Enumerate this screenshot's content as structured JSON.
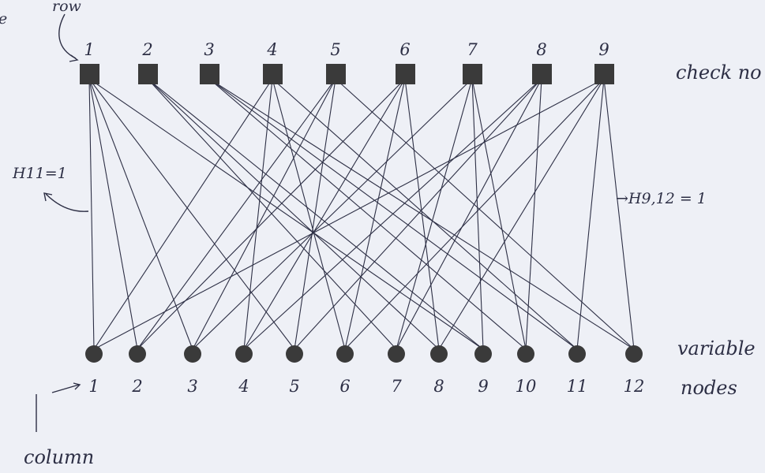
{
  "annotations": {
    "row_label": "row",
    "column_label": "column",
    "check_label": "check no",
    "variable_label_1": "variable",
    "variable_label_2": "nodes",
    "h11": "H11=1",
    "h912": "→H9,12 = 1",
    "edge_mark": "e"
  },
  "check_nodes": [
    "1",
    "2",
    "3",
    "4",
    "5",
    "6",
    "7",
    "8",
    "9"
  ],
  "variable_nodes": [
    "1",
    "2",
    "3",
    "4",
    "5",
    "6",
    "7",
    "8",
    "9",
    "10",
    "11",
    "12"
  ],
  "edges": [
    [
      1,
      1
    ],
    [
      1,
      2
    ],
    [
      1,
      3
    ],
    [
      1,
      5
    ],
    [
      1,
      9
    ],
    [
      2,
      7
    ],
    [
      2,
      8
    ],
    [
      2,
      9
    ],
    [
      3,
      10
    ],
    [
      3,
      11
    ],
    [
      3,
      12
    ],
    [
      4,
      1
    ],
    [
      4,
      4
    ],
    [
      4,
      6
    ],
    [
      4,
      11
    ],
    [
      5,
      2
    ],
    [
      5,
      3
    ],
    [
      5,
      5
    ],
    [
      5,
      12
    ],
    [
      6,
      2
    ],
    [
      6,
      4
    ],
    [
      6,
      6
    ],
    [
      6,
      8
    ],
    [
      7,
      3
    ],
    [
      7,
      7
    ],
    [
      7,
      9
    ],
    [
      7,
      10
    ],
    [
      8,
      4
    ],
    [
      8,
      5
    ],
    [
      8,
      7
    ],
    [
      8,
      10
    ],
    [
      9,
      1
    ],
    [
      9,
      6
    ],
    [
      9,
      8
    ],
    [
      9,
      11
    ],
    [
      9,
      12
    ]
  ],
  "colors": {
    "ink": "#2d2f45",
    "node": "#3a3a3a",
    "paper": "#eef0f6"
  }
}
